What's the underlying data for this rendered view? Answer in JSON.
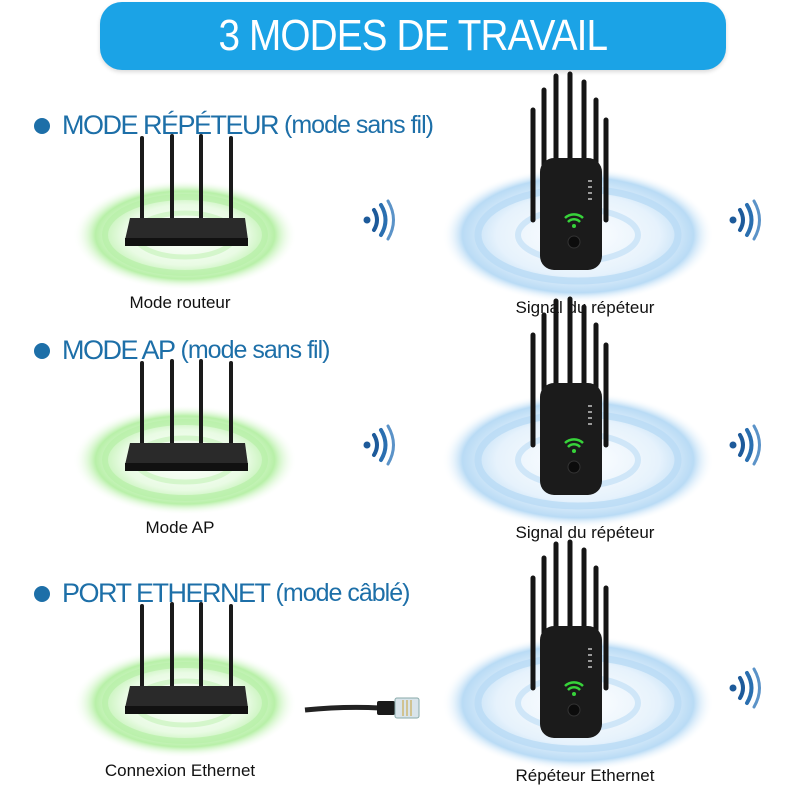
{
  "banner": {
    "title": "3 MODES DE TRAVAIL",
    "color": "#1ba3e6"
  },
  "accent_color": "#1d6fa8",
  "modes": [
    {
      "title": "MODE RÉPÉTEUR",
      "subtitle": "(mode sans fil)",
      "left_label": "Mode routeur",
      "right_label": "Signal du répéteur",
      "connection": "wireless"
    },
    {
      "title": "MODE AP",
      "subtitle": "(mode sans fil)",
      "left_label": "Mode AP",
      "right_label": "Signal du répéteur",
      "connection": "wireless"
    },
    {
      "title": "PORT ETHERNET",
      "subtitle": "(mode câblé)",
      "left_label": "Connexion Ethernet",
      "right_label": "Répéteur Ethernet",
      "connection": "ethernet"
    }
  ]
}
